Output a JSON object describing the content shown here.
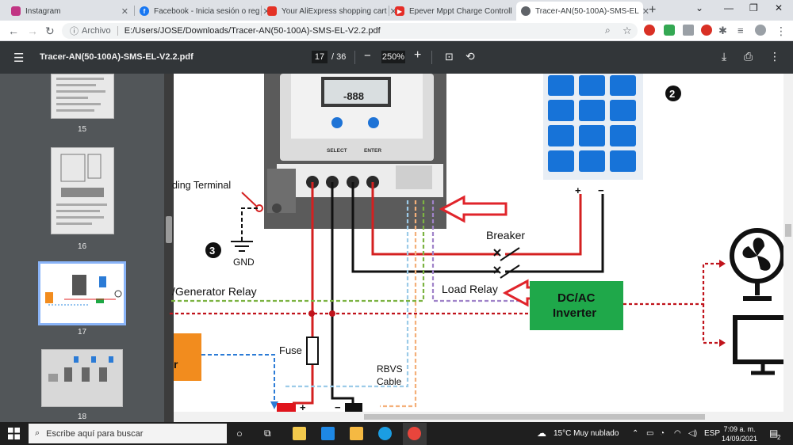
{
  "tabs": [
    {
      "label": "Instagram",
      "favicon_color": "#c13584"
    },
    {
      "label": "Facebook - Inicia sesión o reg",
      "favicon_color": "#1877f2"
    },
    {
      "label": "Your AliExpress shopping cart",
      "favicon_color": "#e43225"
    },
    {
      "label": "Epever Mppt Charge Controll",
      "favicon_color": "#e52d27"
    },
    {
      "label": "Tracer-AN(50-100A)-SMS-EL",
      "favicon_color": "#5f6368"
    }
  ],
  "address": {
    "prefix": "Archivo",
    "url": "E:/Users/JOSE/Downloads/Tracer-AN(50-100A)-SMS-EL-V2.2.pdf"
  },
  "pdf": {
    "filename": "Tracer-AN(50-100A)-SMS-EL-V2.2.pdf",
    "page": "17",
    "total": "/ 36",
    "zoom": "250%"
  },
  "thumbnails": [
    "15",
    "16",
    "17",
    "18"
  ],
  "diagram": {
    "terminal_label": "ding Terminal",
    "gnd_label": "GND",
    "num3": "3",
    "num2": "2",
    "select": "SELECT",
    "enter": "ENTER",
    "lcd": "-888",
    "breaker": "Breaker",
    "load_relay": "Load Relay",
    "gen_relay": "/Generator Relay",
    "dcac1": "DC/AC",
    "dcac2": "Inverter",
    "fuse": "Fuse",
    "rbvs1": "RBVS",
    "rbvs2": "Cable",
    "plus": "+",
    "minus": "−",
    "box_letter": "r"
  },
  "taskbar": {
    "search_placeholder": "Escribe aquí para buscar",
    "weather": "15°C  Muy nublado",
    "lang": "ESP",
    "time": "7:09 a. m.",
    "date": "14/09/2021",
    "notif": "2"
  }
}
